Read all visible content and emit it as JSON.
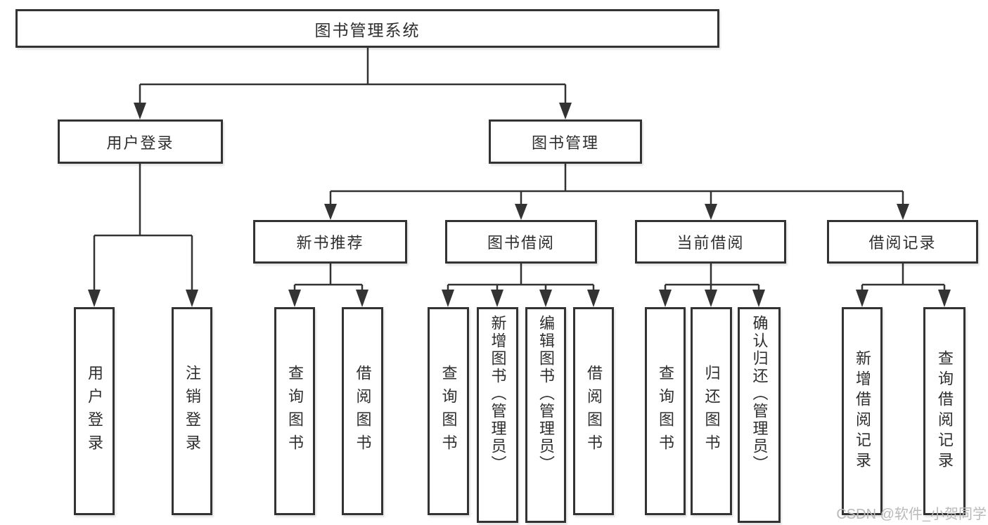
{
  "tree": {
    "root": {
      "label": "图书管理系统",
      "children": [
        {
          "label": "用户登录",
          "children": [
            {
              "label": "用户登录"
            },
            {
              "label": "注销登录"
            }
          ]
        },
        {
          "label": "图书管理",
          "children": [
            {
              "label": "新书推荐",
              "children": [
                {
                  "label": "查询图书"
                },
                {
                  "label": "借阅图书"
                }
              ]
            },
            {
              "label": "图书借阅",
              "children": [
                {
                  "label": "查询图书"
                },
                {
                  "label": "新增图书（管理员）"
                },
                {
                  "label": "编辑图书（管理员）"
                },
                {
                  "label": "借阅图书"
                }
              ]
            },
            {
              "label": "当前借阅",
              "children": [
                {
                  "label": "查询图书"
                },
                {
                  "label": "归还图书"
                },
                {
                  "label": "确认归还（管理员）"
                }
              ]
            },
            {
              "label": "借阅记录",
              "children": [
                {
                  "label": "新增借阅记录"
                },
                {
                  "label": "查询借阅记录"
                }
              ]
            }
          ]
        }
      ]
    }
  },
  "watermark": "CSDN @软件_小贺同学",
  "colors": {
    "line": "#333333",
    "border": "#333333",
    "text": "#2e2e2e",
    "watermark": "#b9b9b9",
    "background": "#ffffff"
  }
}
